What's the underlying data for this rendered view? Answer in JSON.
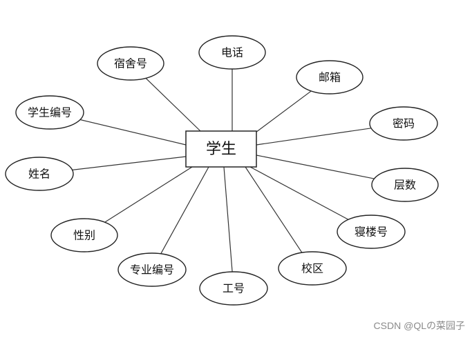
{
  "entity": {
    "label": "学生"
  },
  "attributes": [
    {
      "label": "宿舍号"
    },
    {
      "label": "电话"
    },
    {
      "label": "邮箱"
    },
    {
      "label": "学生编号"
    },
    {
      "label": "密码"
    },
    {
      "label": "姓名"
    },
    {
      "label": "层数"
    },
    {
      "label": "性别"
    },
    {
      "label": "寝楼号"
    },
    {
      "label": "专业编号"
    },
    {
      "label": "校区"
    },
    {
      "label": "工号"
    }
  ],
  "watermark": {
    "text": "CSDN @QLの菜园子"
  }
}
